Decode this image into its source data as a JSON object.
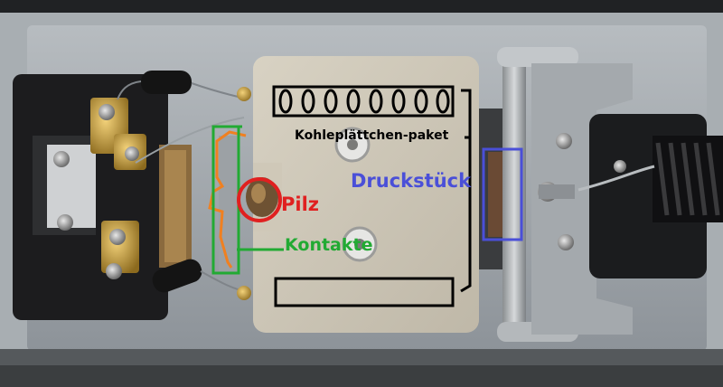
{
  "photo": {
    "subject": "opened carbon-pile pressure regulator"
  },
  "annotations": {
    "carbon_stack": {
      "label": "Kohleplättchen-paket",
      "color": "#000000"
    },
    "pressure_piece": {
      "label": "Druckstück",
      "color": "#4a4fd8"
    },
    "mushroom": {
      "label": "Pilz",
      "color": "#e02020"
    },
    "contacts": {
      "label": "Kontakte",
      "color": "#22aa33"
    },
    "contact_outline_color": "#f08020"
  }
}
